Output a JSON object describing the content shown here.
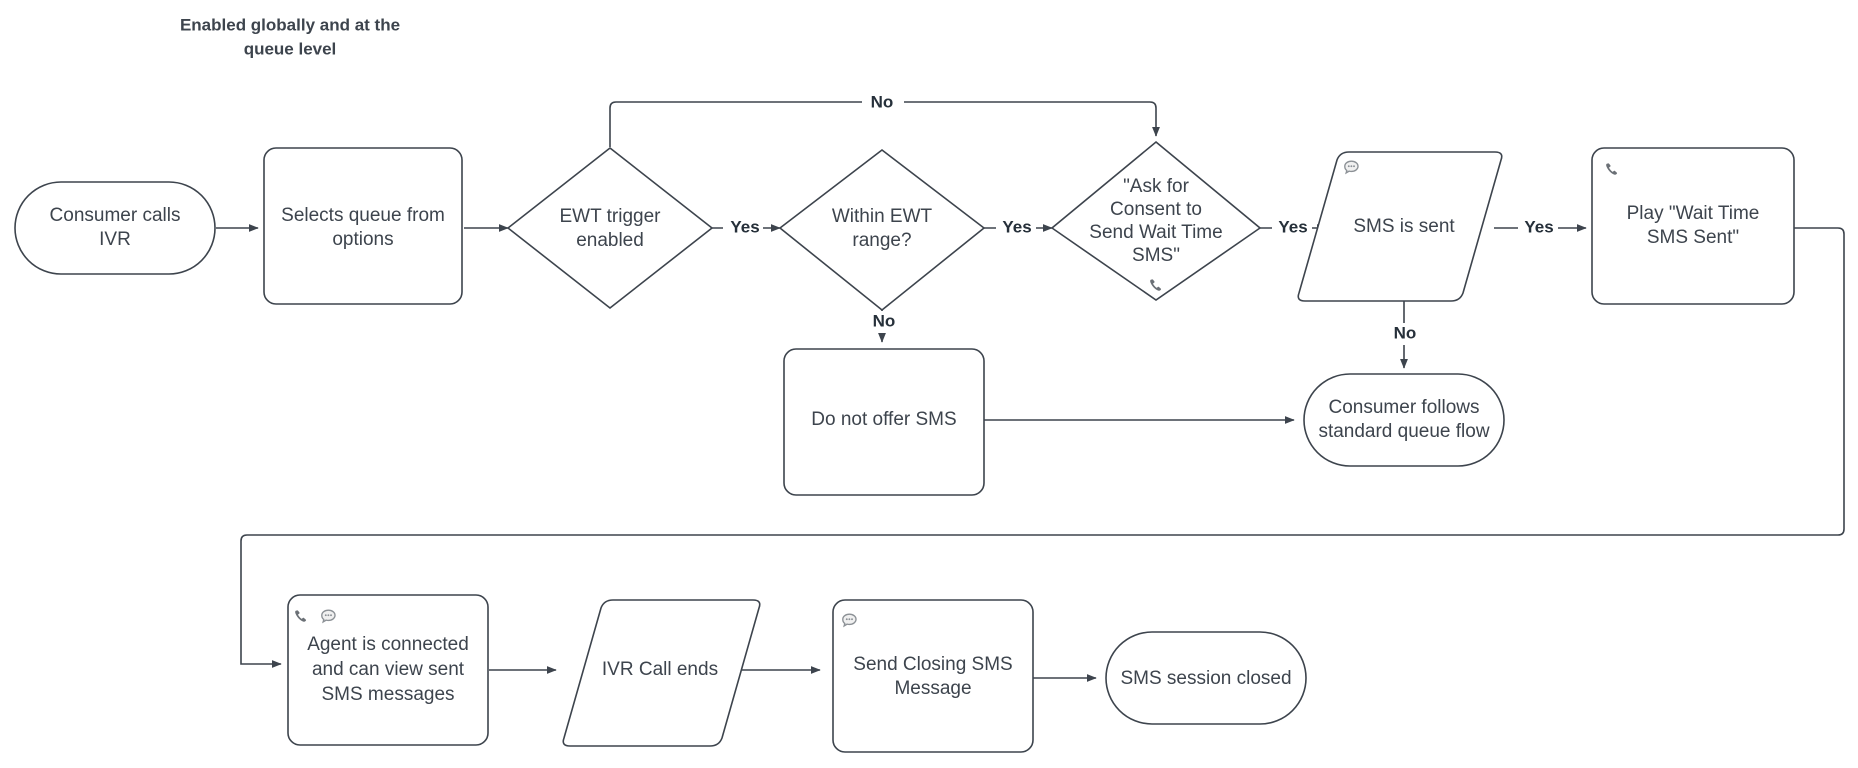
{
  "diagram": {
    "type": "flowchart",
    "title": "Enabled globally and at the queue level",
    "title_line1": "Enabled globally and at the",
    "title_line2": "queue level",
    "colors": {
      "stroke": "#3d444d",
      "text": "#3d444d",
      "background": "#ffffff",
      "icon": "#8c9196"
    },
    "nodes": [
      {
        "id": "consumer-calls-ivr",
        "shape": "stadium",
        "lines": [
          "Consumer calls",
          "IVR"
        ],
        "icons": []
      },
      {
        "id": "selects-queue",
        "shape": "rounded-rect",
        "lines": [
          "Selects queue from",
          "options"
        ],
        "icons": []
      },
      {
        "id": "ewt-trigger-enabled",
        "shape": "diamond",
        "lines": [
          "EWT trigger",
          "enabled"
        ],
        "icons": []
      },
      {
        "id": "within-ewt-range",
        "shape": "diamond",
        "lines": [
          "Within EWT",
          "range?"
        ],
        "icons": []
      },
      {
        "id": "ask-for-consent",
        "shape": "diamond",
        "lines": [
          "\"Ask for",
          "Consent to",
          "Send Wait Time",
          "SMS\""
        ],
        "icons": [
          "phone-icon"
        ]
      },
      {
        "id": "sms-is-sent",
        "shape": "parallelogram",
        "lines": [
          "SMS is sent"
        ],
        "icons": [
          "sms-bubble-icon"
        ]
      },
      {
        "id": "play-wait-time-sms-sent",
        "shape": "rounded-rect",
        "lines": [
          "Play \"Wait Time",
          "SMS Sent\""
        ],
        "icons": [
          "phone-icon"
        ]
      },
      {
        "id": "do-not-offer-sms",
        "shape": "rounded-rect",
        "lines": [
          "Do not offer SMS"
        ],
        "icons": []
      },
      {
        "id": "consumer-follows-standard-queue-flow",
        "shape": "stadium",
        "lines": [
          "Consumer follows",
          "standard queue flow"
        ],
        "icons": []
      },
      {
        "id": "agent-connected",
        "shape": "rounded-rect",
        "lines": [
          "Agent is connected",
          "and can view sent",
          "SMS messages"
        ],
        "icons": [
          "phone-icon",
          "sms-bubble-icon"
        ]
      },
      {
        "id": "ivr-call-ends",
        "shape": "parallelogram",
        "lines": [
          "IVR Call ends"
        ],
        "icons": []
      },
      {
        "id": "send-closing-sms",
        "shape": "rounded-rect",
        "lines": [
          "Send Closing SMS",
          "Message"
        ],
        "icons": [
          "sms-bubble-icon"
        ]
      },
      {
        "id": "sms-session-closed",
        "shape": "stadium",
        "lines": [
          "SMS session closed"
        ],
        "icons": []
      }
    ],
    "edges": [
      {
        "id": "e-ivr-to-queue",
        "from": "consumer-calls-ivr",
        "to": "selects-queue",
        "label": ""
      },
      {
        "id": "e-queue-to-ewt",
        "from": "selects-queue",
        "to": "ewt-trigger-enabled",
        "label": ""
      },
      {
        "id": "e-ewt-yes",
        "from": "ewt-trigger-enabled",
        "to": "within-ewt-range",
        "label": "Yes"
      },
      {
        "id": "e-ewt-no",
        "from": "ewt-trigger-enabled",
        "to": "ask-for-consent",
        "label": "No"
      },
      {
        "id": "e-range-yes",
        "from": "within-ewt-range",
        "to": "ask-for-consent",
        "label": "Yes"
      },
      {
        "id": "e-range-no",
        "from": "within-ewt-range",
        "to": "do-not-offer-sms",
        "label": "No"
      },
      {
        "id": "e-consent-yes",
        "from": "ask-for-consent",
        "to": "sms-is-sent",
        "label": "Yes"
      },
      {
        "id": "e-sms-yes",
        "from": "sms-is-sent",
        "to": "play-wait-time-sms-sent",
        "label": "Yes"
      },
      {
        "id": "e-sms-no",
        "from": "sms-is-sent",
        "to": "consumer-follows-standard-queue-flow",
        "label": "No"
      },
      {
        "id": "e-donotoffer-to-standard",
        "from": "do-not-offer-sms",
        "to": "consumer-follows-standard-queue-flow",
        "label": ""
      },
      {
        "id": "e-play-to-agent",
        "from": "play-wait-time-sms-sent",
        "to": "agent-connected",
        "label": ""
      },
      {
        "id": "e-agent-to-callends",
        "from": "agent-connected",
        "to": "ivr-call-ends",
        "label": ""
      },
      {
        "id": "e-callends-to-closing",
        "from": "ivr-call-ends",
        "to": "send-closing-sms",
        "label": ""
      },
      {
        "id": "e-closing-to-closed",
        "from": "send-closing-sms",
        "to": "sms-session-closed",
        "label": ""
      }
    ],
    "edge_labels": {
      "ewt_yes": "Yes",
      "ewt_no": "No",
      "range_yes": "Yes",
      "range_no": "No",
      "consent_yes": "Yes",
      "sms_yes": "Yes",
      "sms_no": "No"
    },
    "node_text": {
      "consumer_calls_ivr_l1": "Consumer calls",
      "consumer_calls_ivr_l2": "IVR",
      "selects_queue_l1": "Selects queue from",
      "selects_queue_l2": "options",
      "ewt_trigger_l1": "EWT trigger",
      "ewt_trigger_l2": "enabled",
      "within_range_l1": "Within EWT",
      "within_range_l2": "range?",
      "consent_l1": "\"Ask for",
      "consent_l2": "Consent to",
      "consent_l3": "Send Wait Time",
      "consent_l4": "SMS\"",
      "sms_sent": "SMS is sent",
      "play_wait_l1": "Play \"Wait Time",
      "play_wait_l2": "SMS Sent\"",
      "do_not_offer": "Do not offer SMS",
      "standard_flow_l1": "Consumer follows",
      "standard_flow_l2": "standard queue flow",
      "agent_l1": "Agent is connected",
      "agent_l2": "and can view sent",
      "agent_l3": "SMS messages",
      "ivr_call_ends": "IVR Call ends",
      "closing_sms_l1": "Send Closing SMS",
      "closing_sms_l2": "Message",
      "session_closed": "SMS session closed"
    }
  }
}
